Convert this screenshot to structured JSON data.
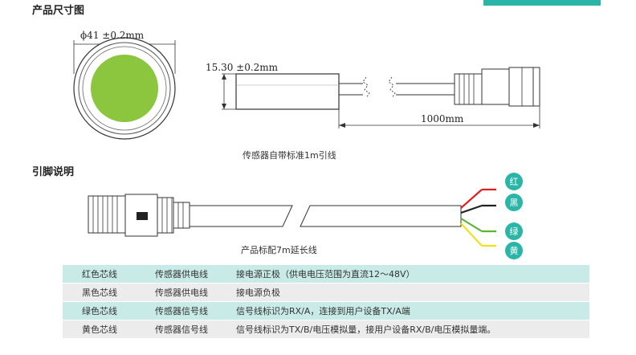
{
  "sections": {
    "dimensions_title": "产品尺寸图",
    "pins_title": "引脚说明"
  },
  "dimensions": {
    "diameter": "ϕ41 ±0.2mm",
    "height": "15.30 ±0.2mm",
    "length": "1000mm",
    "caption": "传感器自带标准1m引线"
  },
  "pins": {
    "caption": "产品标配7m延长线",
    "wire_labels": [
      "红",
      "黑",
      "绿",
      "黄"
    ],
    "rows": [
      {
        "core": "红色芯线",
        "type": "传感器供电线",
        "desc": "接电源正极（供电电压范围为直流12～48V）"
      },
      {
        "core": "黑色芯线",
        "type": "传感器供电线",
        "desc": "接电源负极"
      },
      {
        "core": "绿色芯线",
        "type": "传感器信号线",
        "desc": "信号线标识为RX/A，连接到用户设备TX/A端"
      },
      {
        "core": "黄色芯线",
        "type": "传感器信号线",
        "desc": "信号线标识为TX/B/电压模拟量，接用户设备RX/B/电压模拟量端。"
      }
    ]
  },
  "colors": {
    "accent_teal": "#2bb5a7",
    "sensor_green": "#8cc63f",
    "wire_red": "#e02020",
    "wire_black": "#222222",
    "wire_green": "#5cb531",
    "wire_yellow": "#f2e01f"
  }
}
